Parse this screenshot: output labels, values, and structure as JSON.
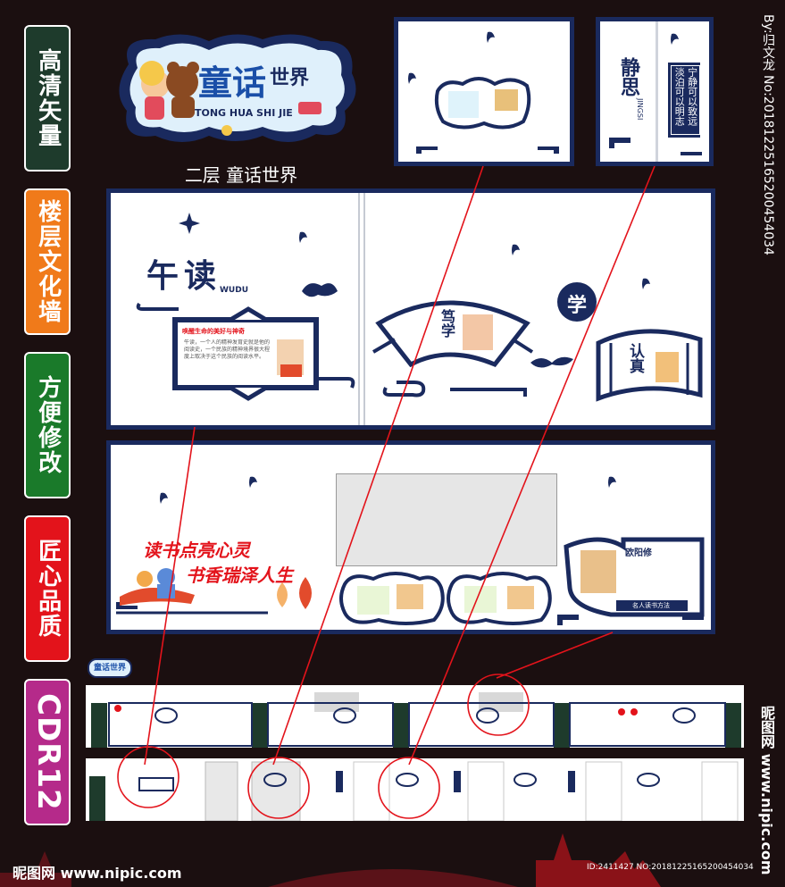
{
  "badges": [
    {
      "label": "高清矢量",
      "color": "#1e3b2c"
    },
    {
      "label": "楼层文化墙",
      "color": "#f07a1a"
    },
    {
      "label": "方便修改",
      "color": "#1a7a2a"
    },
    {
      "label": "匠心品质",
      "color": "#e3131b"
    },
    {
      "label": "CDR12",
      "color": "#b52a8a"
    }
  ],
  "logo": {
    "title_main": "童话",
    "title_sub": "世界",
    "pinyin": "TONG HUA SHI JIE"
  },
  "floor_caption": "二层 童话世界",
  "panel_mid_left": {
    "title": "午读",
    "title_pinyin": "WUDU",
    "board_heading": "唤醒生命的美好与神奇",
    "board_text": "午读，一个人的精神发育史就是他的阅读史，一个民族的精神境界很大程度上取决于这个民族的阅读水平。"
  },
  "panel_mid_right": {
    "fan_label": "笃学",
    "circle_label": "学",
    "book_label": "认真"
  },
  "panel_top_right": {
    "title": "静思",
    "title_pinyin": "JINGSI",
    "scroll_text": "宁静可以致远 淡泊可以明志"
  },
  "panel_bottom": {
    "slogan_1": "读书点亮心灵",
    "slogan_2": "书香瑞泽人生",
    "portrait_label": "欧阳修",
    "portrait_sub": "名人读书方法",
    "mini_logo": "童话世界"
  },
  "side_text": "By:归文龙 No:20181225165200454034",
  "footer": {
    "site_left": "昵图网 www.nipic.com",
    "id_text": "ID:2411427 NO:20181225165200454034",
    "site_right": "昵图网 www.nipic.com"
  },
  "colors": {
    "navy": "#1a2a5e",
    "red": "#e3131b",
    "background": "#1b0f10"
  }
}
